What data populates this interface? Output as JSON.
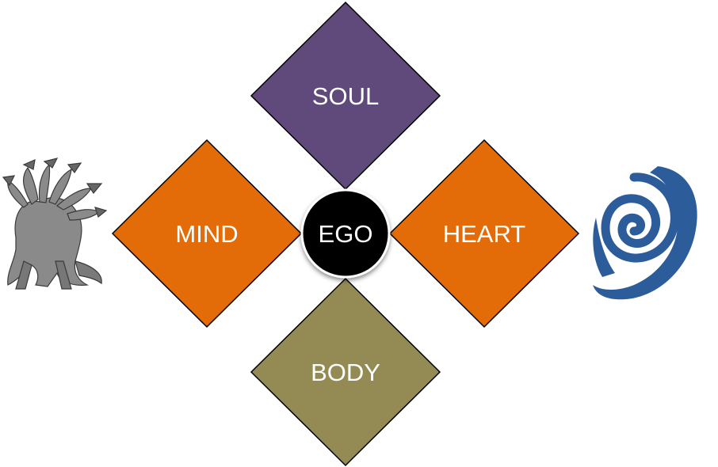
{
  "diagram": {
    "nodes": {
      "soul": {
        "label": "SOUL",
        "color": "#604a7b"
      },
      "mind": {
        "label": "MIND",
        "color": "#e36c09"
      },
      "heart": {
        "label": "HEART",
        "color": "#e36c09"
      },
      "body": {
        "label": "BODY",
        "color": "#948a54"
      },
      "ego": {
        "label": "EGO",
        "color": "#000000"
      }
    },
    "images": {
      "left": {
        "icon": "hydra-icon"
      },
      "right": {
        "icon": "spiral-icon",
        "color": "#2d5c9a"
      }
    }
  }
}
